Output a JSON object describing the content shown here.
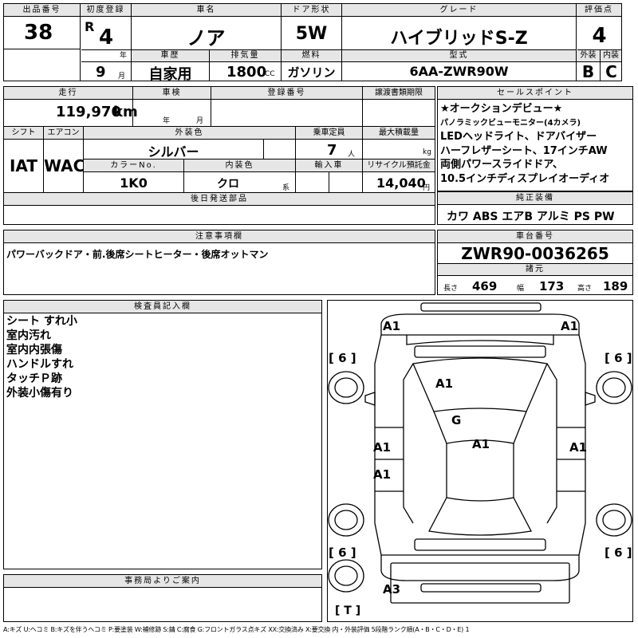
{
  "header": {
    "lot_label": "出品番号",
    "lot": "38",
    "first_reg_label": "初度登録",
    "era": "R",
    "year": "4",
    "year_unit": "年",
    "month": "9",
    "month_unit": "月",
    "name_label": "車名",
    "name": "ノア",
    "door_label": "ドア形状",
    "door": "5W",
    "grade_label": "グレード",
    "grade": "ハイブリッドS-Z",
    "score_label": "評価点",
    "score": "4",
    "ext_label": "外装",
    "ext": "B",
    "int_label": "内装",
    "int": "C",
    "history_label": "車歴",
    "history": "自家用",
    "displacement_label": "排気量",
    "displacement": "1800",
    "cc": "CC",
    "fuel_label": "燃料",
    "fuel": "ガソリン",
    "model_label": "型式",
    "model": "6AA-ZWR90W"
  },
  "row2": {
    "mileage_label": "走行",
    "mileage": "119,970",
    "km": "km",
    "inspection_label": "車検",
    "nen": "年",
    "tsuki": "月",
    "reg_label": "登録番号",
    "transfer_label": "譲渡書類期限",
    "shift_label": "シフト",
    "shift": "IAT",
    "ac_label": "エアコン",
    "ac": "WAC",
    "color_label": "外装色",
    "color": "シルバー",
    "capacity_label": "乗車定員",
    "capacity": "7",
    "capacity_unit": "人",
    "load_label": "最大積載量",
    "load_unit": "kg",
    "colorno_label": "カラーNo.",
    "colorno": "1K0",
    "interior_label": "内装色",
    "interior": "クロ",
    "interior_unit": "系",
    "import_label": "輸入車",
    "recycle_label": "リサイクル預託金",
    "recycle": "14,040",
    "recycle_unit": "円",
    "later_label": "後日発送部品"
  },
  "sales": {
    "label": "セールスポイント",
    "lines": [
      "★オークションデビュー★",
      "パノラミックビューモニター(4カメラ)",
      "LEDヘッドライト、ドアバイザー",
      "ハーフレザーシート、17インチAW",
      "両側パワースライドドア、",
      "10.5インチディスプレイオーディオ"
    ]
  },
  "equipment": {
    "label": "純正装備",
    "items": "カワ ABS エアB アルミ PS PW"
  },
  "chassis": {
    "label": "車台番号",
    "value": "ZWR90-0036265",
    "spec_label": "諸元",
    "len_label": "長さ",
    "len": "469",
    "width_label": "幅",
    "width": "173",
    "height_label": "高さ",
    "height": "189"
  },
  "notes": {
    "label": "注意事項欄",
    "text": "パワーバックドア・前.後席シートヒーター・後席オットマン"
  },
  "inspector": {
    "label": "検査員記入欄",
    "lines": [
      "シート すれ小",
      "室内汚れ",
      "室内内張傷",
      "ハンドルすれ",
      "タッチＰ跡",
      "外装小傷有り"
    ]
  },
  "diagram": {
    "marks": [
      "A1",
      "A1",
      "[ 6 ]",
      "[ 6 ]",
      "A1",
      "G",
      "A1",
      "A1",
      "A1",
      "A1",
      "[ 6 ]",
      "[ 6 ]",
      "A3",
      "[ T ]"
    ]
  },
  "office": {
    "label": "事務局よりご案内"
  },
  "legend": "A:キズ U:ヘコミ B:キズを伴うヘコミ P:要塗装 W:補修跡 S:錆 C:腐食 G:フロントガラス点キズ XX:交換済み X:要交換 内・外装評価 5段階ランク順(A・B・C・D・E) 1"
}
